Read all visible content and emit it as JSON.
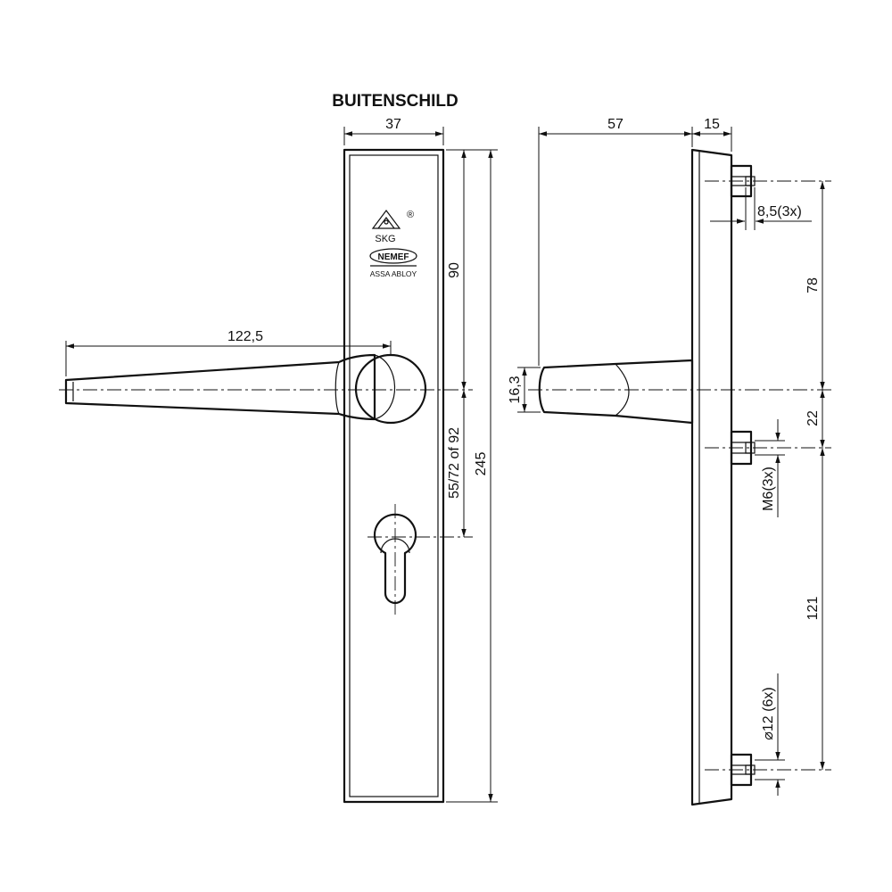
{
  "title": "BUITENSCHILD",
  "logo": {
    "certification": "SKG",
    "registered": "®",
    "brand": "NEMEF",
    "company": "ASSA ABLOY"
  },
  "front_view_dimensions": {
    "plate_width": "37",
    "handle_length": "122,5",
    "handle_to_top": "90",
    "spindle_to_cylinder": "55/72 of 92",
    "plate_height": "245"
  },
  "side_view_dimensions": {
    "handle_projection": "57",
    "plate_thickness": "15",
    "stud_diameter_top": "8,5(3x)",
    "top_to_handle": "78",
    "handle_to_stud": "22",
    "thread": "M6(3x)",
    "stud_spacing": "121",
    "stud_diameter": "⌀12  (6x)",
    "handle_height": "16,3"
  }
}
